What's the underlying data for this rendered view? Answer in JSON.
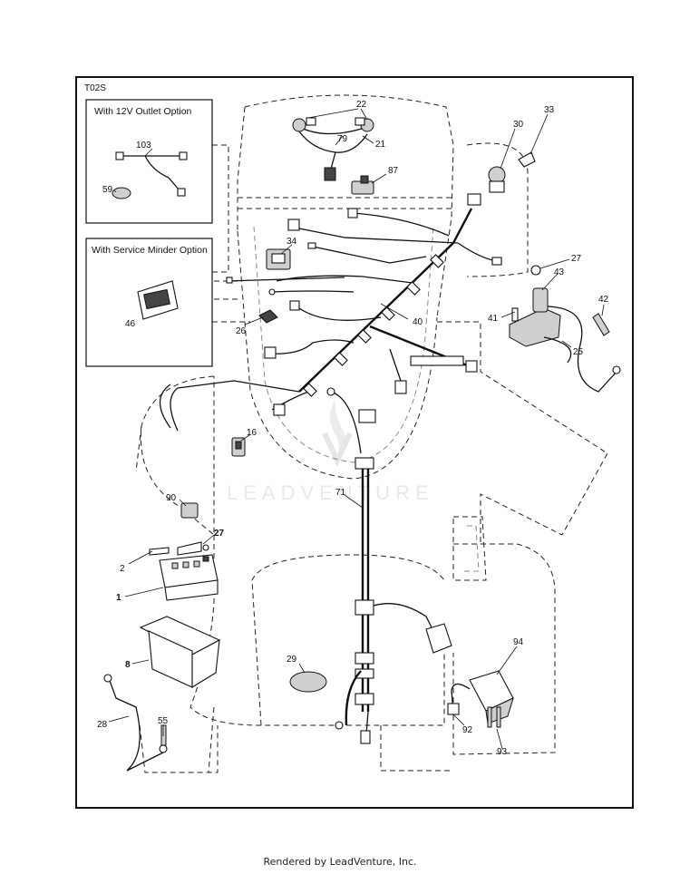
{
  "diagram_code": "T02S",
  "insets": {
    "outlet": {
      "title": "With 12V Outlet Option"
    },
    "minder": {
      "title": "With Service Minder Option"
    }
  },
  "labels": {
    "p1": "1",
    "p2": "2",
    "p8": "8",
    "p16": "16",
    "p21": "21",
    "p22": "22",
    "p25": "25",
    "p26": "26",
    "p27a": "27",
    "p27b": "27",
    "p28": "28",
    "p29": "29",
    "p30": "30",
    "p33": "33",
    "p34": "34",
    "p40": "40",
    "p41": "41",
    "p42": "42",
    "p43": "43",
    "p46": "46",
    "p55": "55",
    "p59": "59",
    "p71": "71",
    "p79": "79",
    "p87": "87",
    "p90": "90",
    "p92": "92",
    "p93": "93",
    "p94": "94",
    "p103": "103"
  },
  "watermark": "LEADVENTURE",
  "footer": "Rendered by LeadVenture, Inc."
}
